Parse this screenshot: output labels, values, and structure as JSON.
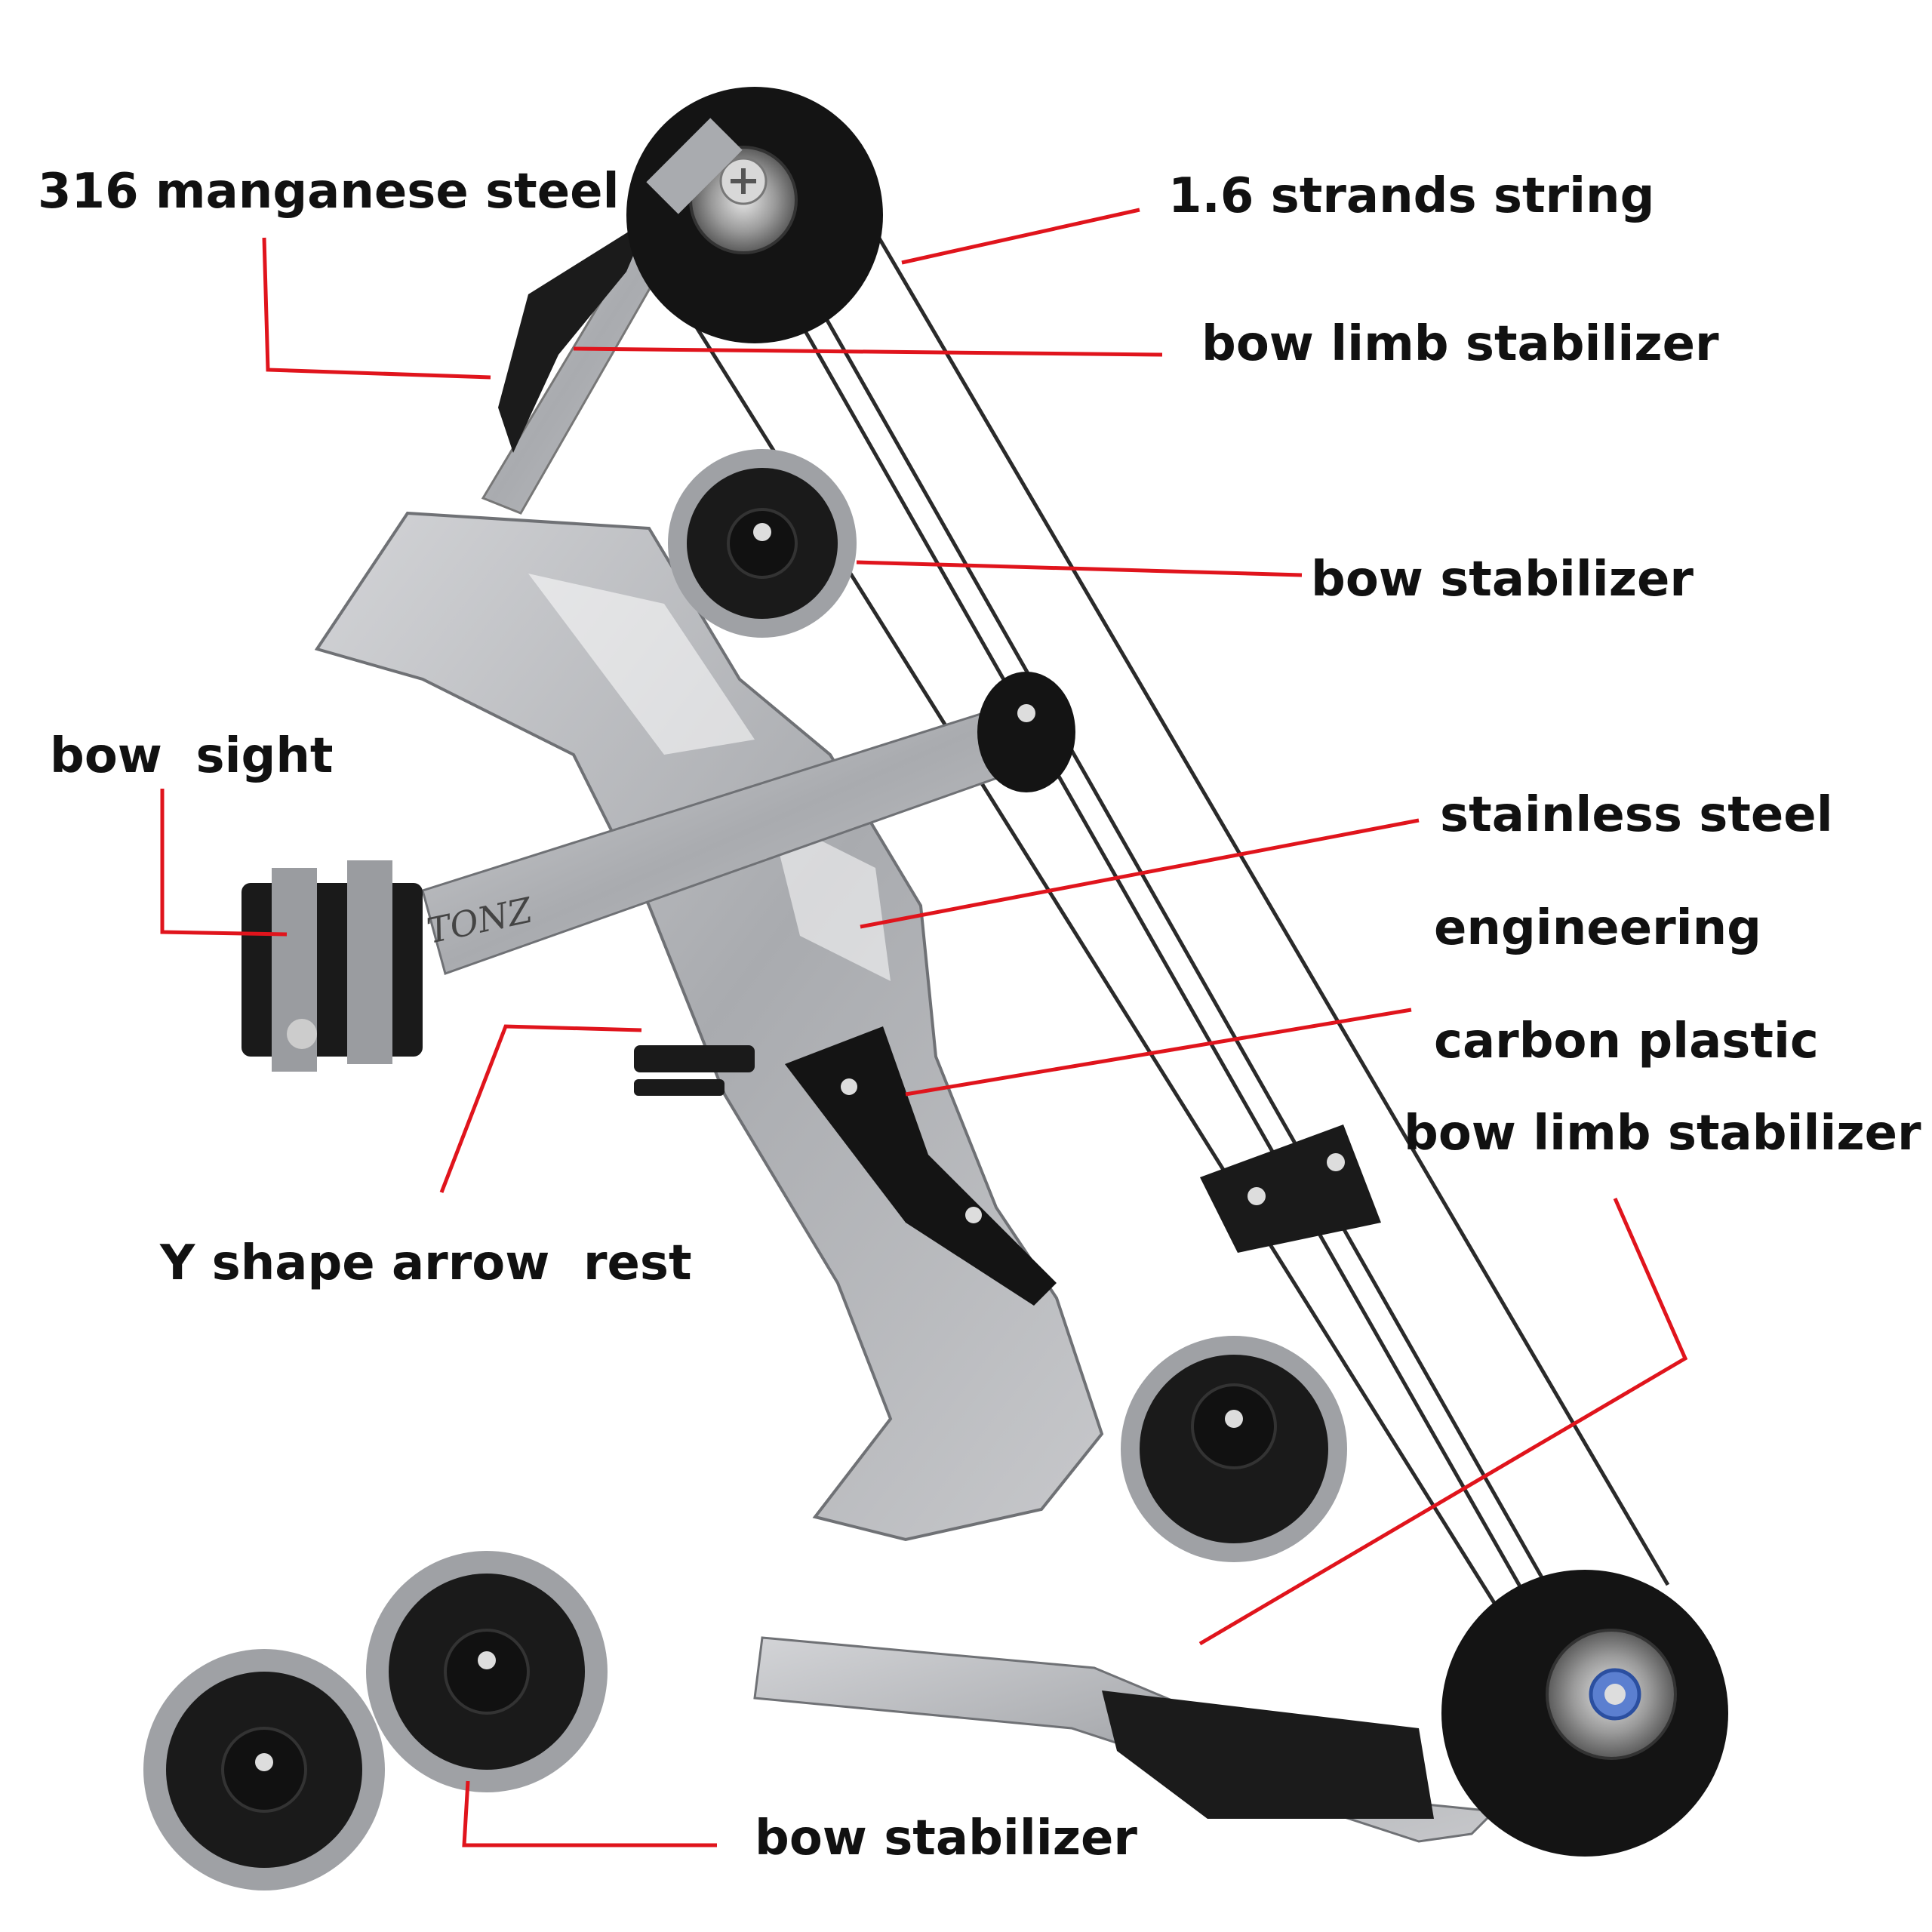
{
  "labels": {
    "manganese_steel": "316 manganese steel",
    "strands_string": "1.6 strands string",
    "limb_stabilizer_top": "bow limb stabilizer",
    "stabilizer_upper": "bow stabilizer",
    "bow_sight": "bow  sight",
    "stainless_steel": "stainless steel",
    "engineering": "engineering",
    "carbon_plastic": "carbon plastic",
    "limb_stabilizer_bottom": "bow limb stabilizer",
    "arrow_rest": "Y shape arrow  rest",
    "stabilizer_lower": "bow stabilizer"
  },
  "colors": {
    "leader_line": "#e0141c",
    "text": "#111111",
    "steel": "#b7b8bb",
    "steel_dark": "#8c8e92",
    "black_part": "#141414",
    "string": "#2a2a2a"
  },
  "icons": {
    "pulley": "pulley-wheel-icon",
    "cam": "cam-wheel-icon",
    "screw": "screw-icon"
  }
}
